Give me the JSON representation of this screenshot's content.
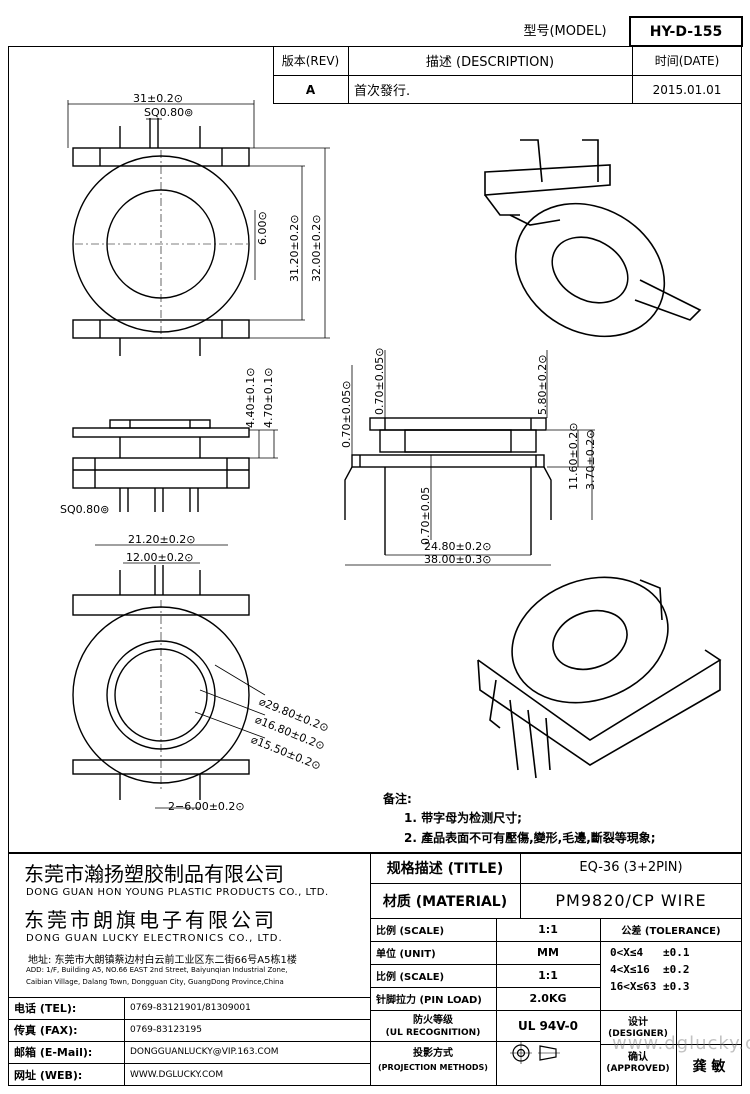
{
  "header": {
    "model_label": "型号(MODEL)",
    "model_value": "HY-D-155",
    "rev_label": "版本(REV)",
    "desc_label": "描述 (DESCRIPTION)",
    "date_label": "时间(DATE)",
    "rev_value": "A",
    "desc_value": "首次發行.",
    "date_value": "2015.01.01"
  },
  "dimensions": {
    "top_width": "31±0.2⊙",
    "top_pin": "SQ0.80⊚",
    "top_hole": "6.00⊙",
    "top_h1": "31.20±0.2⊙",
    "top_h2": "32.00±0.2⊙",
    "side_h1": "4.40±0.1⊙",
    "side_h2": "4.70±0.1⊙",
    "side_pin": "SQ0.80⊚",
    "mid_a": "0.70±0.05⊙",
    "mid_b": "0.70±0.05⊙",
    "mid_c": "5.80±0.2⊙",
    "mid_d": "11.60±0.2⊙",
    "mid_e": "3.70±0.2⊙",
    "mid_f": "0.70±0.05",
    "mid_w1": "24.80±0.2⊙",
    "mid_w2": "38.00±0.3⊙",
    "bot_w1": "21.20±0.2⊙",
    "bot_w2": "12.00±0.2⊙",
    "bot_d1": "⌀29.80±0.2⊙",
    "bot_d2": "⌀16.80±0.2⊙",
    "bot_d3": "⌀15.50±0.2⊙",
    "bot_pins": "2−6.00±0.2⊙"
  },
  "notes": {
    "title": "备注:",
    "items": [
      "1. 带字母为检测尺寸;",
      "2. 產品表面不可有壓傷,變形,毛邊,斷裂等現象;"
    ]
  },
  "company": {
    "cn1": "东莞市瀚扬塑胶制品有限公司",
    "en1": "DONG GUAN HON YOUNG PLASTIC PRODUCTS CO., LTD.",
    "cn2": "东莞市朗旗电子有限公司",
    "en2": "DONG GUAN LUCKY ELECTRONICS CO., LTD.",
    "addr_cn": "地址: 东莞市大朗镇蔡边村白云前工业区东二街66号A5栋1楼",
    "addr_en1": "ADD: 1/F, Building A5, NO.66 EAST 2nd Street, Baiyunqian Industrial Zone,",
    "addr_en2": "Caibian Village, Dalang Town, Dongguan City, GuangDong Province,China"
  },
  "contact": {
    "tel_label": "电话 (TEL):",
    "tel_value": "0769-83121901/81309001",
    "fax_label": "传真 (FAX):",
    "fax_value": "0769-83123195",
    "mail_label": "邮箱 (E-Mail):",
    "mail_value": "DONGGUANLUCKY@VIP.163.COM",
    "web_label": "网址 (WEB):",
    "web_value": "WWW.DGLUCKY.COM"
  },
  "spec": {
    "title_label": "规格描述 (TITLE)",
    "title_value": "EQ-36 (3+2PIN)",
    "material_label": "材质 (MATERIAL)",
    "material_value": "PM9820/CP WIRE",
    "scale_label": "比例 (SCALE)",
    "scale_value": "1:1",
    "tolerance_label": "公差 (TOLERANCE)",
    "unit_label": "单位 (UNIT)",
    "unit_value": "MM",
    "scale2_label": "比例 (SCALE)",
    "scale2_value": "1:1",
    "tol1": "0<X≤4   ±0.1",
    "tol2": "4<X≤16  ±0.2",
    "tol3": "16<X≤63 ±0.3",
    "pinload_label": "针脚拉力 (PIN LOAD)",
    "pinload_value": "2.0KG",
    "ul_label1": "防火等级",
    "ul_label2": "(UL RECOGNITION)",
    "ul_value": "UL 94V-0",
    "proj_label1": "投影方式",
    "proj_label2": "(PROJECTION METHODS)",
    "designer_label1": "设计",
    "designer_label2": "(DESIGNER)",
    "approved_label1": "确认",
    "approved_label2": "(APPROVED)",
    "approved_value": "龚 敏"
  },
  "watermark": "www.dglucky.com"
}
